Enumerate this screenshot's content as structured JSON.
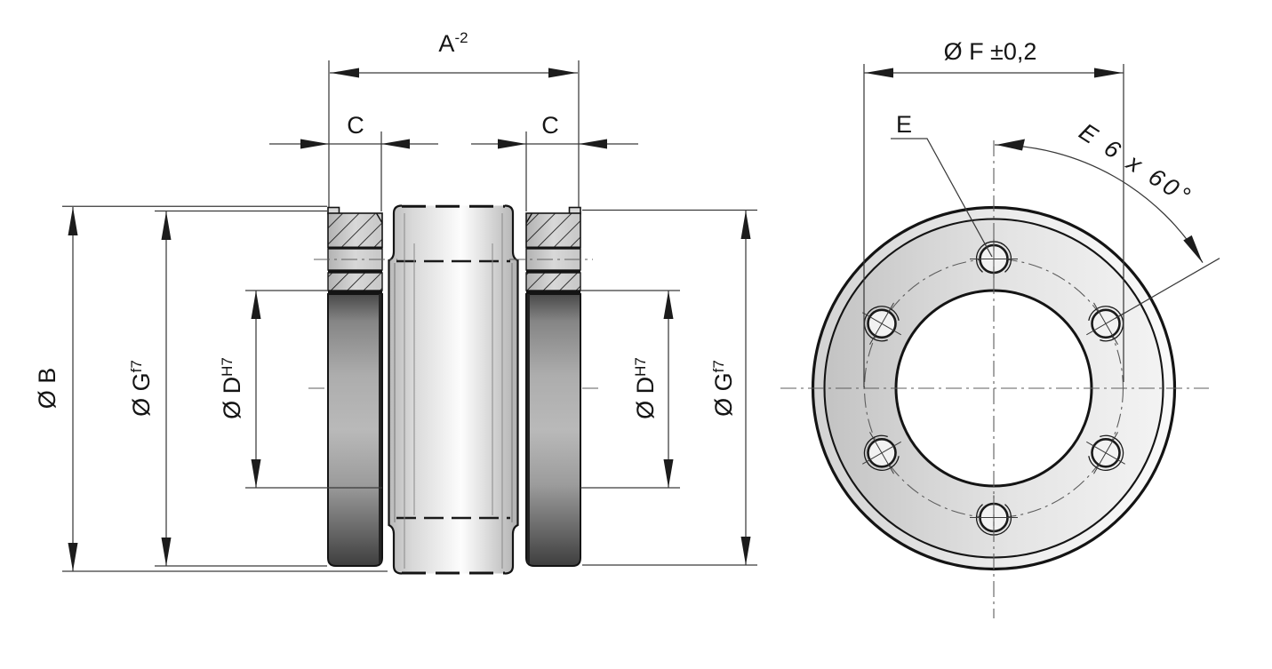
{
  "drawing_type": "flange-coupling-technical-drawing",
  "colors": {
    "background": "#ffffff",
    "line": "#141414",
    "dimension_line": "#3a3a3a",
    "centerline": "#5d5d5d",
    "metal_light": "#f4f4f4",
    "metal_mid": "#c4c4c4",
    "metal_dark": "#3e3e3e"
  },
  "dimensions": {
    "length": {
      "base": "A",
      "sup": "-2"
    },
    "ring_width": "C",
    "sleeve_dia": "Ø B",
    "ring_dia": {
      "base": "Ø G",
      "sup": "f7"
    },
    "bore_dia": {
      "base": "Ø D",
      "sup": "H7"
    },
    "bolt_circle": "Ø F ±0,2"
  },
  "annotations": {
    "hole_ref": "E",
    "hole_pattern": "E  6 x 60°"
  }
}
